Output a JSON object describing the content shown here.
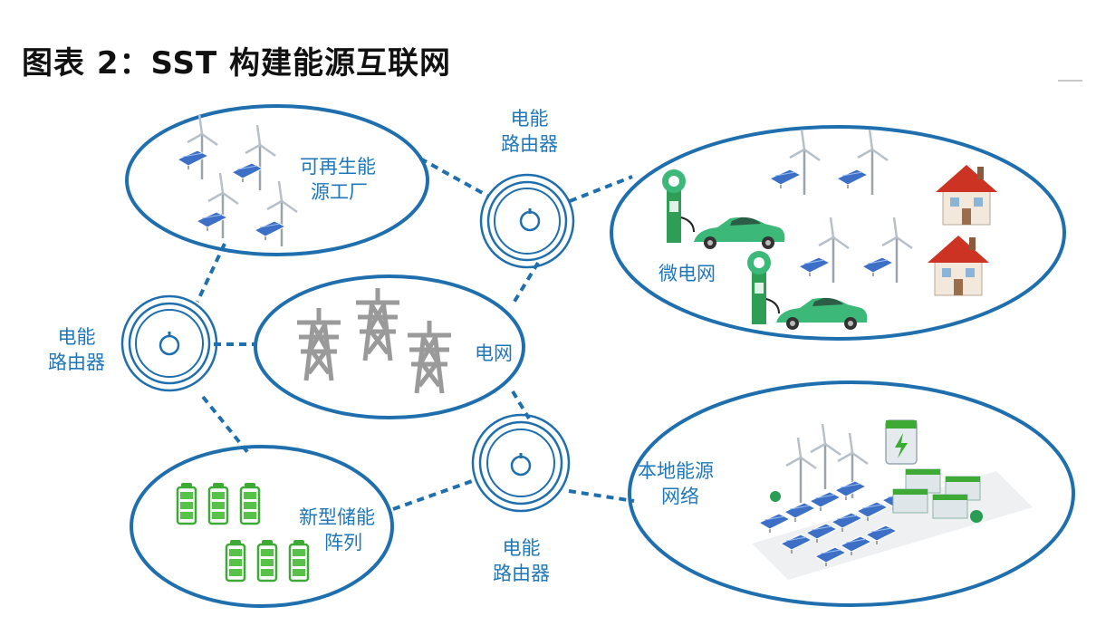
{
  "title": "图表 2：SST 构建能源互联网",
  "colors": {
    "line": "#1f6fae",
    "text": "#1f77b8",
    "battery": "#3daa35",
    "panel": "#3d6fc7",
    "tower": "#9a9a9a",
    "roof": "#cc3322",
    "car": "#3cb878"
  },
  "routers": [
    {
      "lines": [
        "电能",
        "路由器"
      ]
    },
    {
      "lines": [
        "电能",
        "路由器"
      ]
    },
    {
      "lines": [
        "电能",
        "路由器"
      ]
    }
  ],
  "nodes": {
    "renewable": {
      "lines": [
        "可再生能",
        "源工厂"
      ],
      "icon": "wind-solar-icon"
    },
    "grid": {
      "label": "电网",
      "icon": "transmission-tower-icon"
    },
    "microgrid": {
      "label": "微电网",
      "icon": "ev-charging-house-icon"
    },
    "storage": {
      "lines": [
        "新型储能",
        "阵列"
      ],
      "icon": "battery-icon"
    },
    "local": {
      "lines": [
        "本地能源",
        "网络"
      ],
      "icon": "solar-farm-battery-icon"
    }
  }
}
